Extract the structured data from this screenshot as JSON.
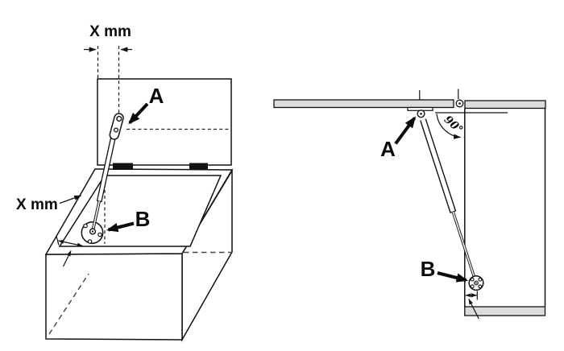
{
  "left_view": {
    "top_dimension": "X mm",
    "side_dimension": "X mm",
    "label_a": "A",
    "label_b": "B"
  },
  "right_view": {
    "label_a": "A",
    "label_b": "B",
    "angle": "90°"
  },
  "colors": {
    "line": "#111111",
    "panel": "#dcdcdc",
    "background": "#ffffff"
  }
}
